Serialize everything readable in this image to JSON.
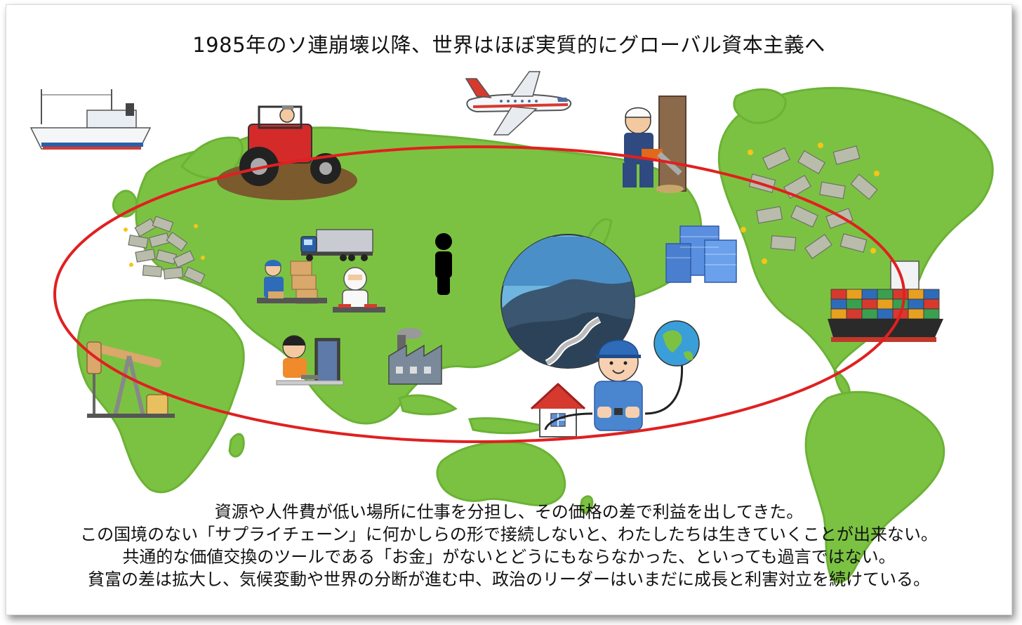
{
  "title": "1985年のソ連崩壊以降、世界はほぼ実質的にグローバル資本主義へ",
  "caption_lines": [
    "資源や人件費が低い場所に仕事を分担し、その価格の差で利益を出してきた。",
    "この国境のない「サプライチェーン」に何かしらの形で接続しないと、わたしたちは生きていくことが出来ない。",
    "共通的な価値交換のツールである「お金」がないとどうにもならなかった、といっても過言ではない。",
    "貧富の差は拡大し、気候変動や世界の分断が進む中、政治のリーダーはいまだに成長と利害対立を続けている。"
  ],
  "colors": {
    "land": "#7cc242",
    "land_dark": "#6bb236",
    "ellipse": "#e02020",
    "money": "#b9bcab"
  },
  "icons": [
    "fishing-ship-icon",
    "tractor-farmer-icon",
    "airplane-icon",
    "lumberjack-icon",
    "money-pile-europe-icon",
    "truck-icon",
    "warehouse-worker-icon",
    "factory-worker-icon",
    "silhouette-person-icon",
    "globe-undersea-cable-icon",
    "office-building-icon",
    "money-pile-america-icon",
    "container-ship-icon",
    "oil-pump-icon",
    "programmer-icon",
    "factory-icon",
    "house-icon",
    "earth-icon",
    "engineer-icon"
  ]
}
